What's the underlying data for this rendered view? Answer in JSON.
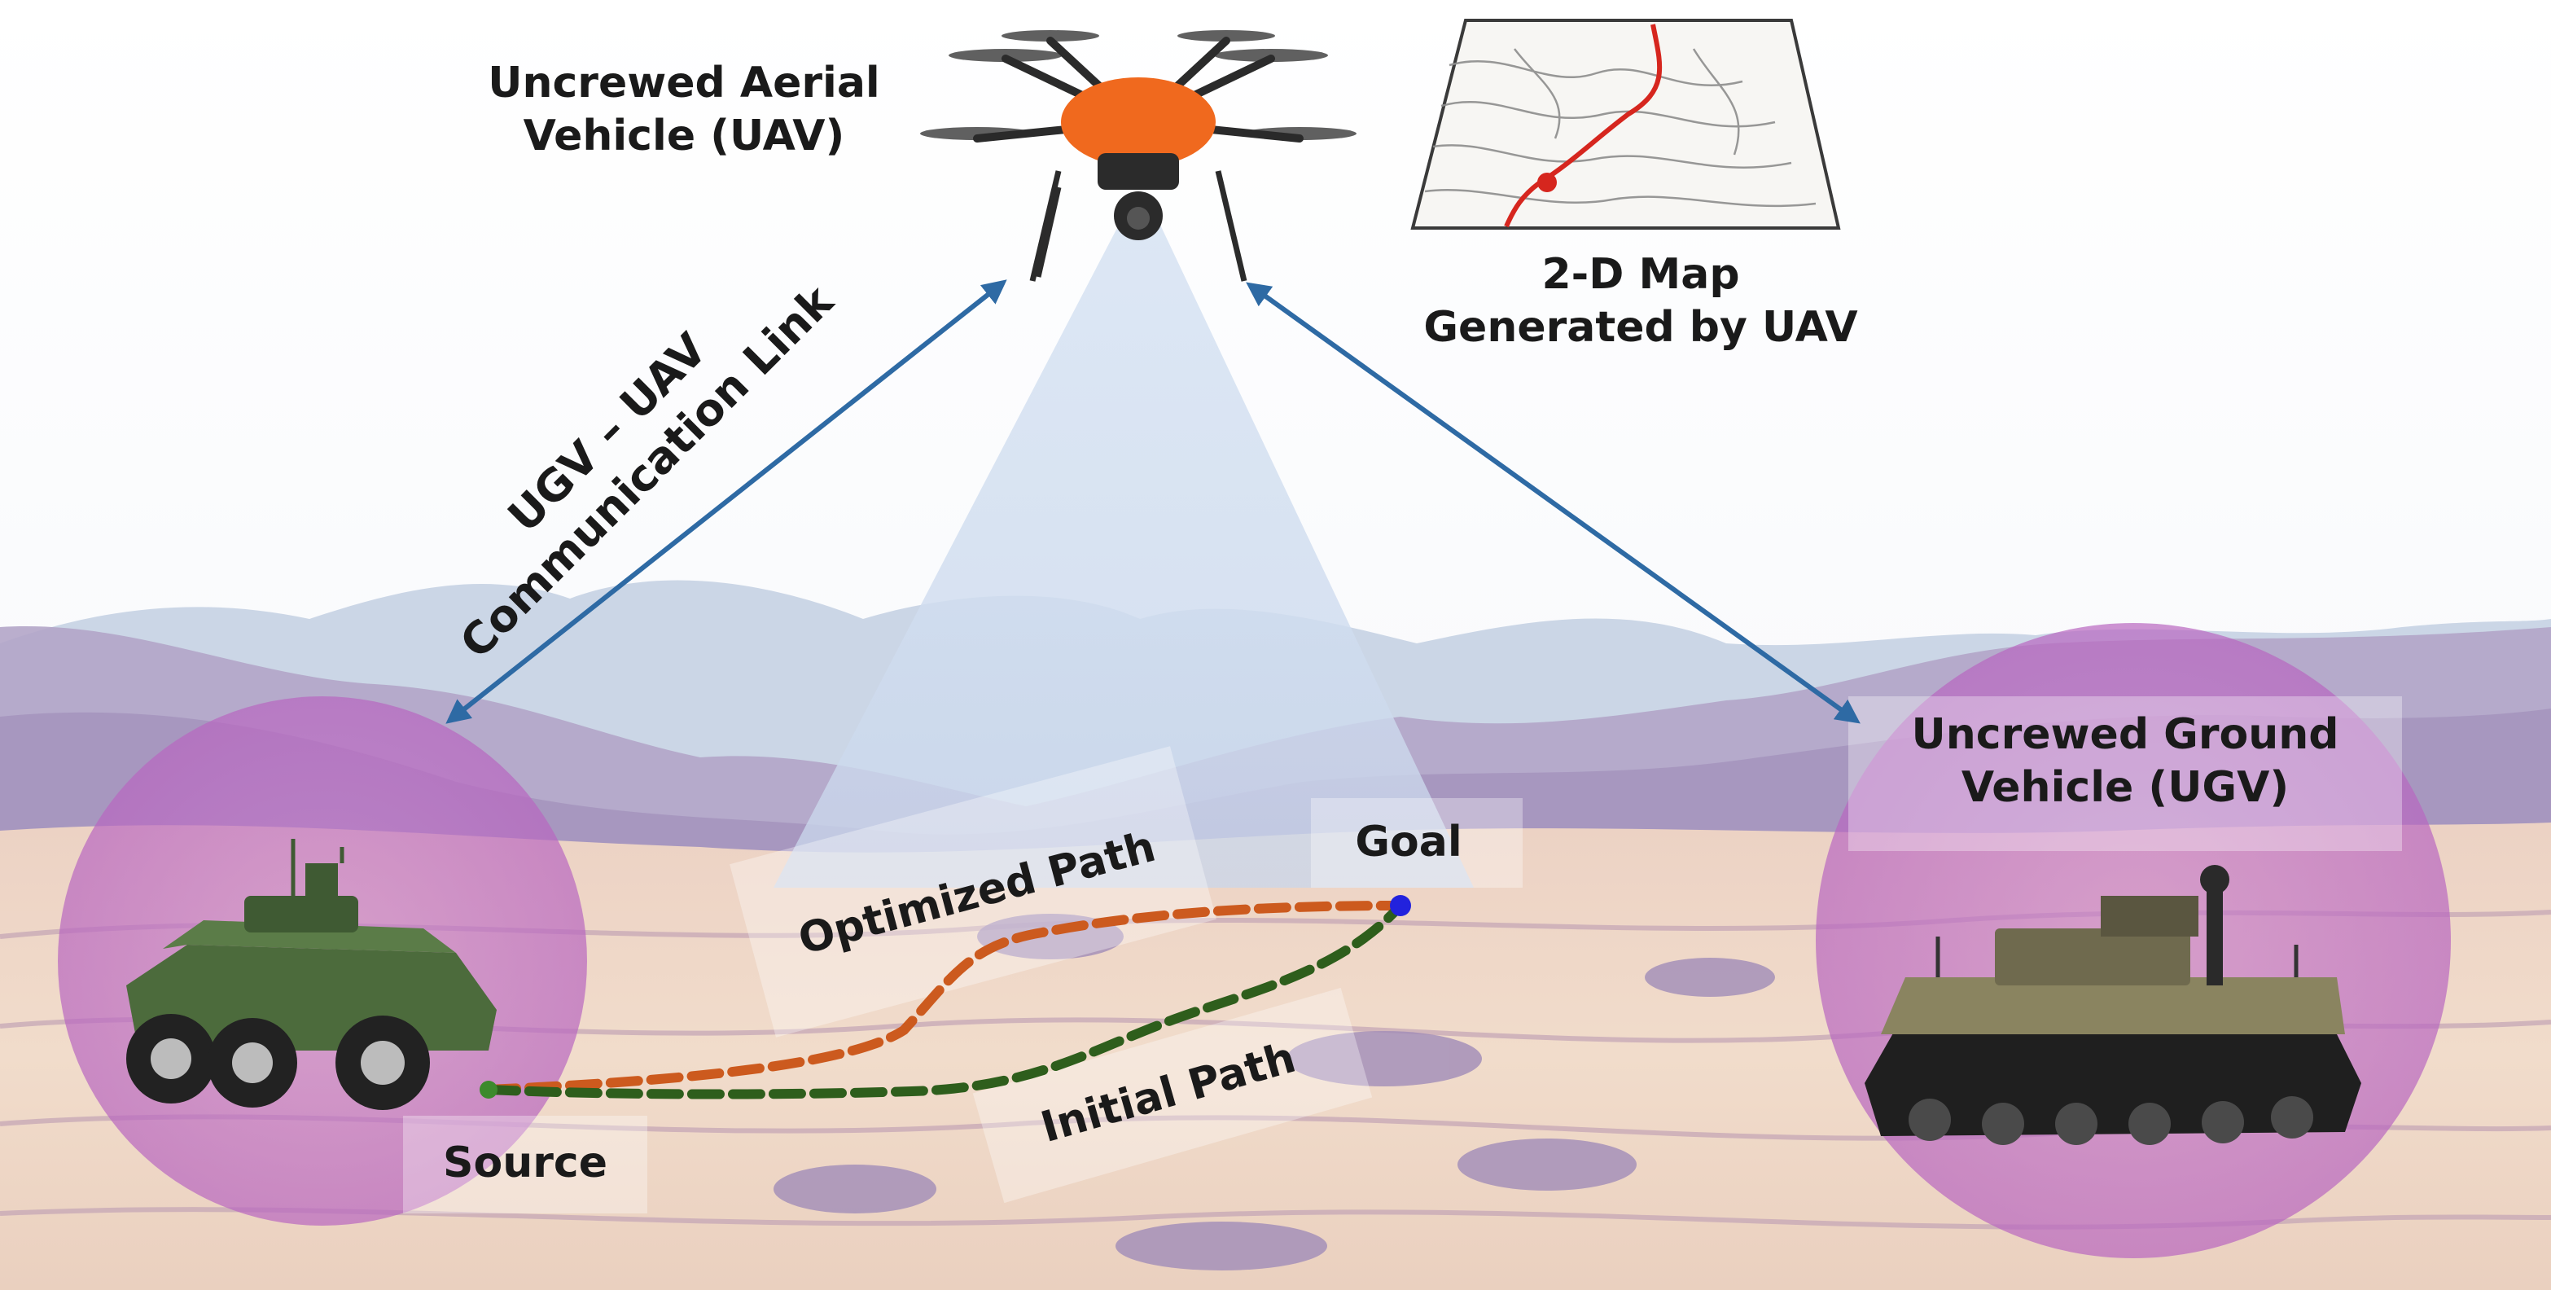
{
  "labels": {
    "uav": [
      "Uncrewed Aerial",
      "Vehicle (UAV)"
    ],
    "map": [
      "2-D Map",
      "Generated by UAV"
    ],
    "link": [
      "UGV – UAV",
      "Communication Link"
    ],
    "ugv": [
      "Uncrewed Ground",
      "Vehicle (UGV)"
    ],
    "optimized_path": "Optimized Path",
    "initial_path": "Initial Path",
    "goal": "Goal",
    "source": "Source"
  },
  "colors": {
    "link_arrow": "#2e6aa4",
    "optimized_path": "#cc5a1e",
    "initial_path": "#2e5e1c",
    "zone": "#c070c8",
    "goal_dot": "#2222dd",
    "source_dot": "#3c8a2c",
    "map_route": "#d6261e",
    "drone_body": "#f0691e"
  }
}
